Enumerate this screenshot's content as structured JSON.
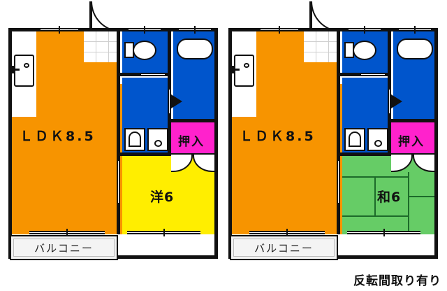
{
  "page": {
    "caption": "反転間取り有り",
    "background": "#ffffff"
  },
  "colors": {
    "ldk": "#f79400",
    "western_room": "#ffee00",
    "japanese_room": "#66cc66",
    "wet_area": "#0055cc",
    "closet": "#ff22cc",
    "wall": "#111111",
    "balcony": "#f2f2f2"
  },
  "plans": [
    {
      "id": "plan-left",
      "rooms": {
        "ldk_label": "ＬＤＫ8.5",
        "main_room_label": "洋6",
        "closet_label": "押入",
        "balcony_label": "バルコニー"
      },
      "fixtures": [
        "entrance-door",
        "entry-tile-floor",
        "kitchen-sink",
        "toilet",
        "bathtub",
        "wash-basin",
        "washing-machine"
      ]
    },
    {
      "id": "plan-right",
      "rooms": {
        "ldk_label": "ＬＤＫ8.5",
        "main_room_label": "和6",
        "closet_label": "押入",
        "balcony_label": "バルコニー"
      },
      "fixtures": [
        "entrance-door",
        "entry-tile-floor",
        "kitchen-sink",
        "toilet",
        "bathtub",
        "wash-basin",
        "washing-machine"
      ]
    }
  ]
}
